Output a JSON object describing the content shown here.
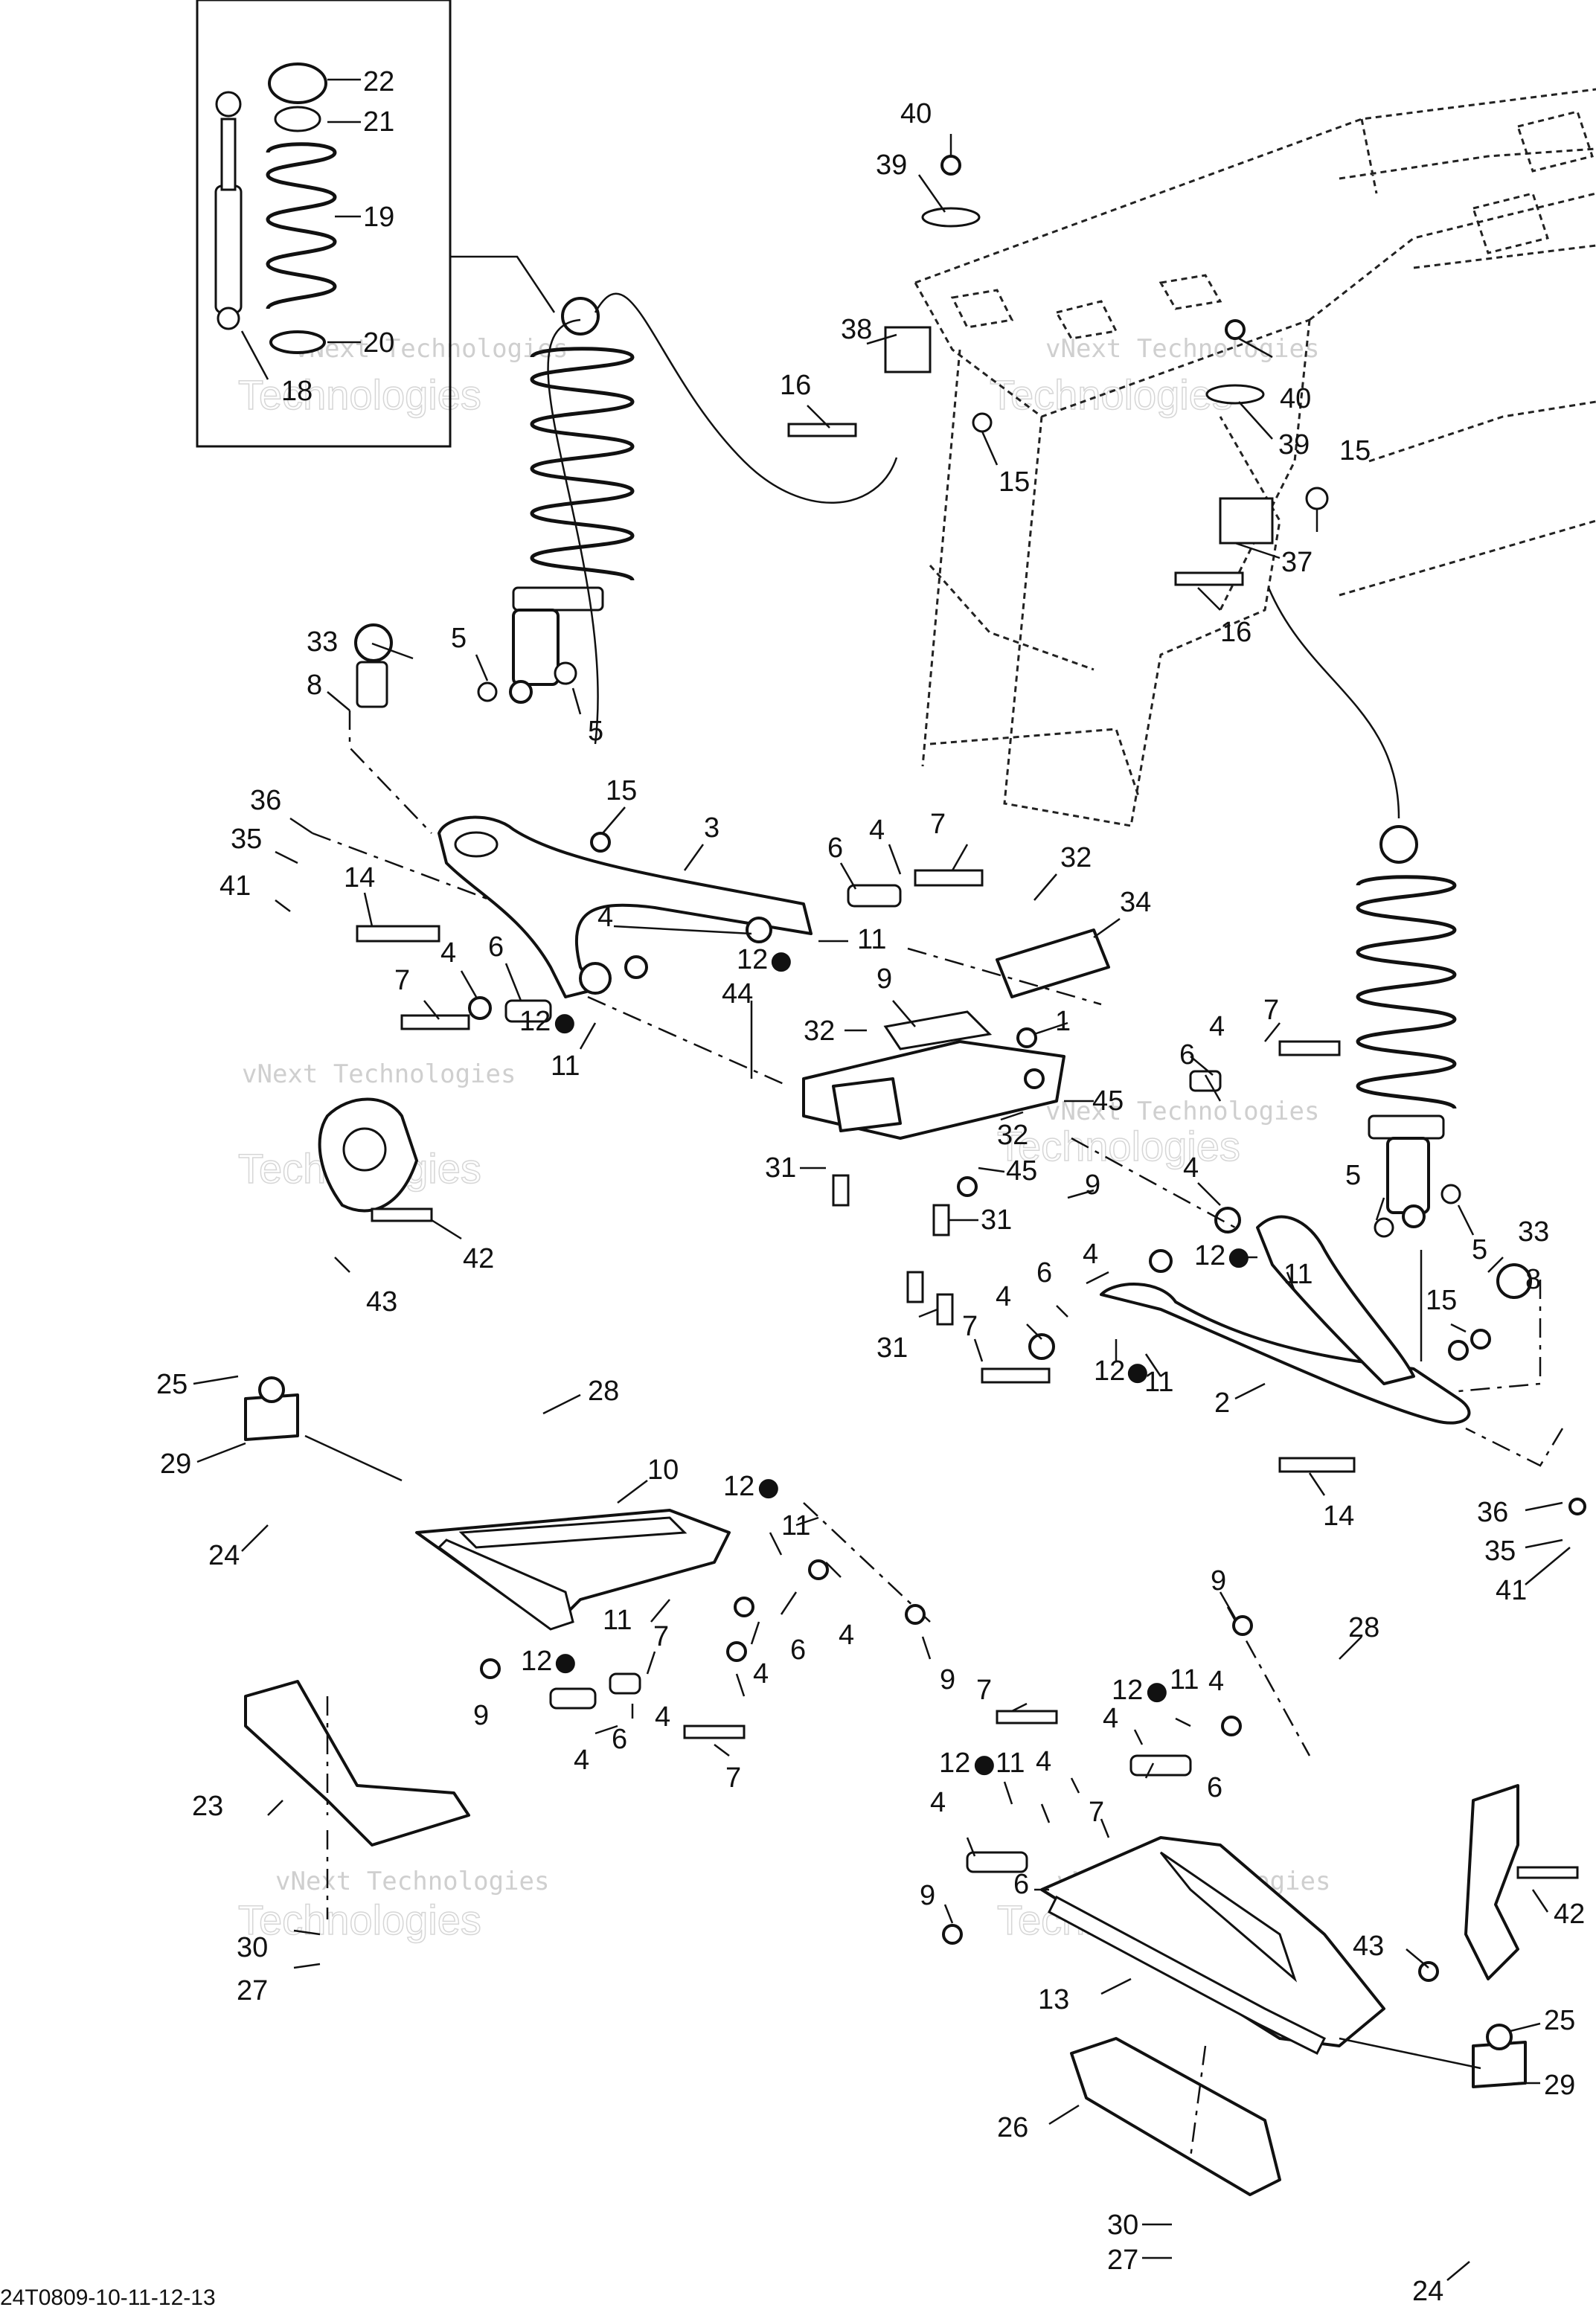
{
  "diagram": {
    "reference_code": "24T0809-10-11-12-13",
    "watermark_line1": "vNext Technologies",
    "watermark_line2": "Technologies",
    "oil_drop_icon": "oil-drop-icon",
    "callouts": {
      "c22": "22",
      "c21": "21",
      "c19": "19",
      "c20": "20",
      "c18": "18",
      "c40a": "40",
      "c39a": "39",
      "c38": "38",
      "c16a": "16",
      "c15a": "15",
      "c40b": "40",
      "c39b": "39",
      "c15b": "15",
      "c37": "37",
      "c16b": "16",
      "c33a": "33",
      "c8a": "8",
      "c5a": "5",
      "c5b": "5",
      "c36a": "36",
      "c35a": "35",
      "c41a": "41",
      "c14a": "14",
      "c15c": "15",
      "c3": "3",
      "c6a": "6",
      "c4a": "4",
      "c7a": "7",
      "c32a": "32",
      "c34": "34",
      "c4b": "4",
      "c11a": "11",
      "c12a": "12",
      "c7b": "7",
      "c4c": "4",
      "c6b": "6",
      "c12b": "12",
      "c11b": "11",
      "c9a": "9",
      "c44": "44",
      "c1": "1",
      "c32b": "32",
      "c45a": "45",
      "c32c": "32",
      "c45b": "45",
      "c9b": "9",
      "c31a": "31",
      "c31b": "31",
      "c31c": "31",
      "c42a": "42",
      "c43a": "43",
      "c7c": "7",
      "c4d": "4",
      "c6c": "6",
      "c5c": "5",
      "c5d": "5",
      "c4e": "4",
      "c12c": "12",
      "c11c": "11",
      "c33b": "33",
      "c8b": "8",
      "c4f": "4",
      "c6d": "6",
      "c4g": "4",
      "c7d": "7",
      "c12d": "12",
      "c11d": "11",
      "c15d": "15",
      "c2": "2",
      "c14b": "14",
      "c36b": "36",
      "c35b": "35",
      "c41b": "41",
      "c25a": "25",
      "c29a": "29",
      "c24a": "24",
      "c28a": "28",
      "c10": "10",
      "c12e": "12",
      "c11e": "11",
      "c7e": "7",
      "c4h": "4",
      "c6e": "6",
      "c11f": "11",
      "c12f": "12",
      "c9c": "9",
      "c4i": "4",
      "c6f": "6",
      "c4j": "4",
      "c7f": "7",
      "c9d": "9",
      "c23": "23",
      "c30a": "30",
      "c27a": "27",
      "c9e": "9",
      "c28b": "28",
      "c7g": "7",
      "c12g": "12",
      "c11g": "11",
      "c4k": "4",
      "c4l": "4",
      "c6g": "6",
      "c12h": "12",
      "c11h": "11",
      "c4m": "4",
      "c4n": "4",
      "c7h": "7",
      "c9f": "9",
      "c6h": "6",
      "c13": "13",
      "c43b": "43",
      "c42b": "42",
      "c25b": "25",
      "c29b": "29",
      "c26": "26",
      "c30b": "30",
      "c27b": "27",
      "c24b": "24"
    }
  }
}
